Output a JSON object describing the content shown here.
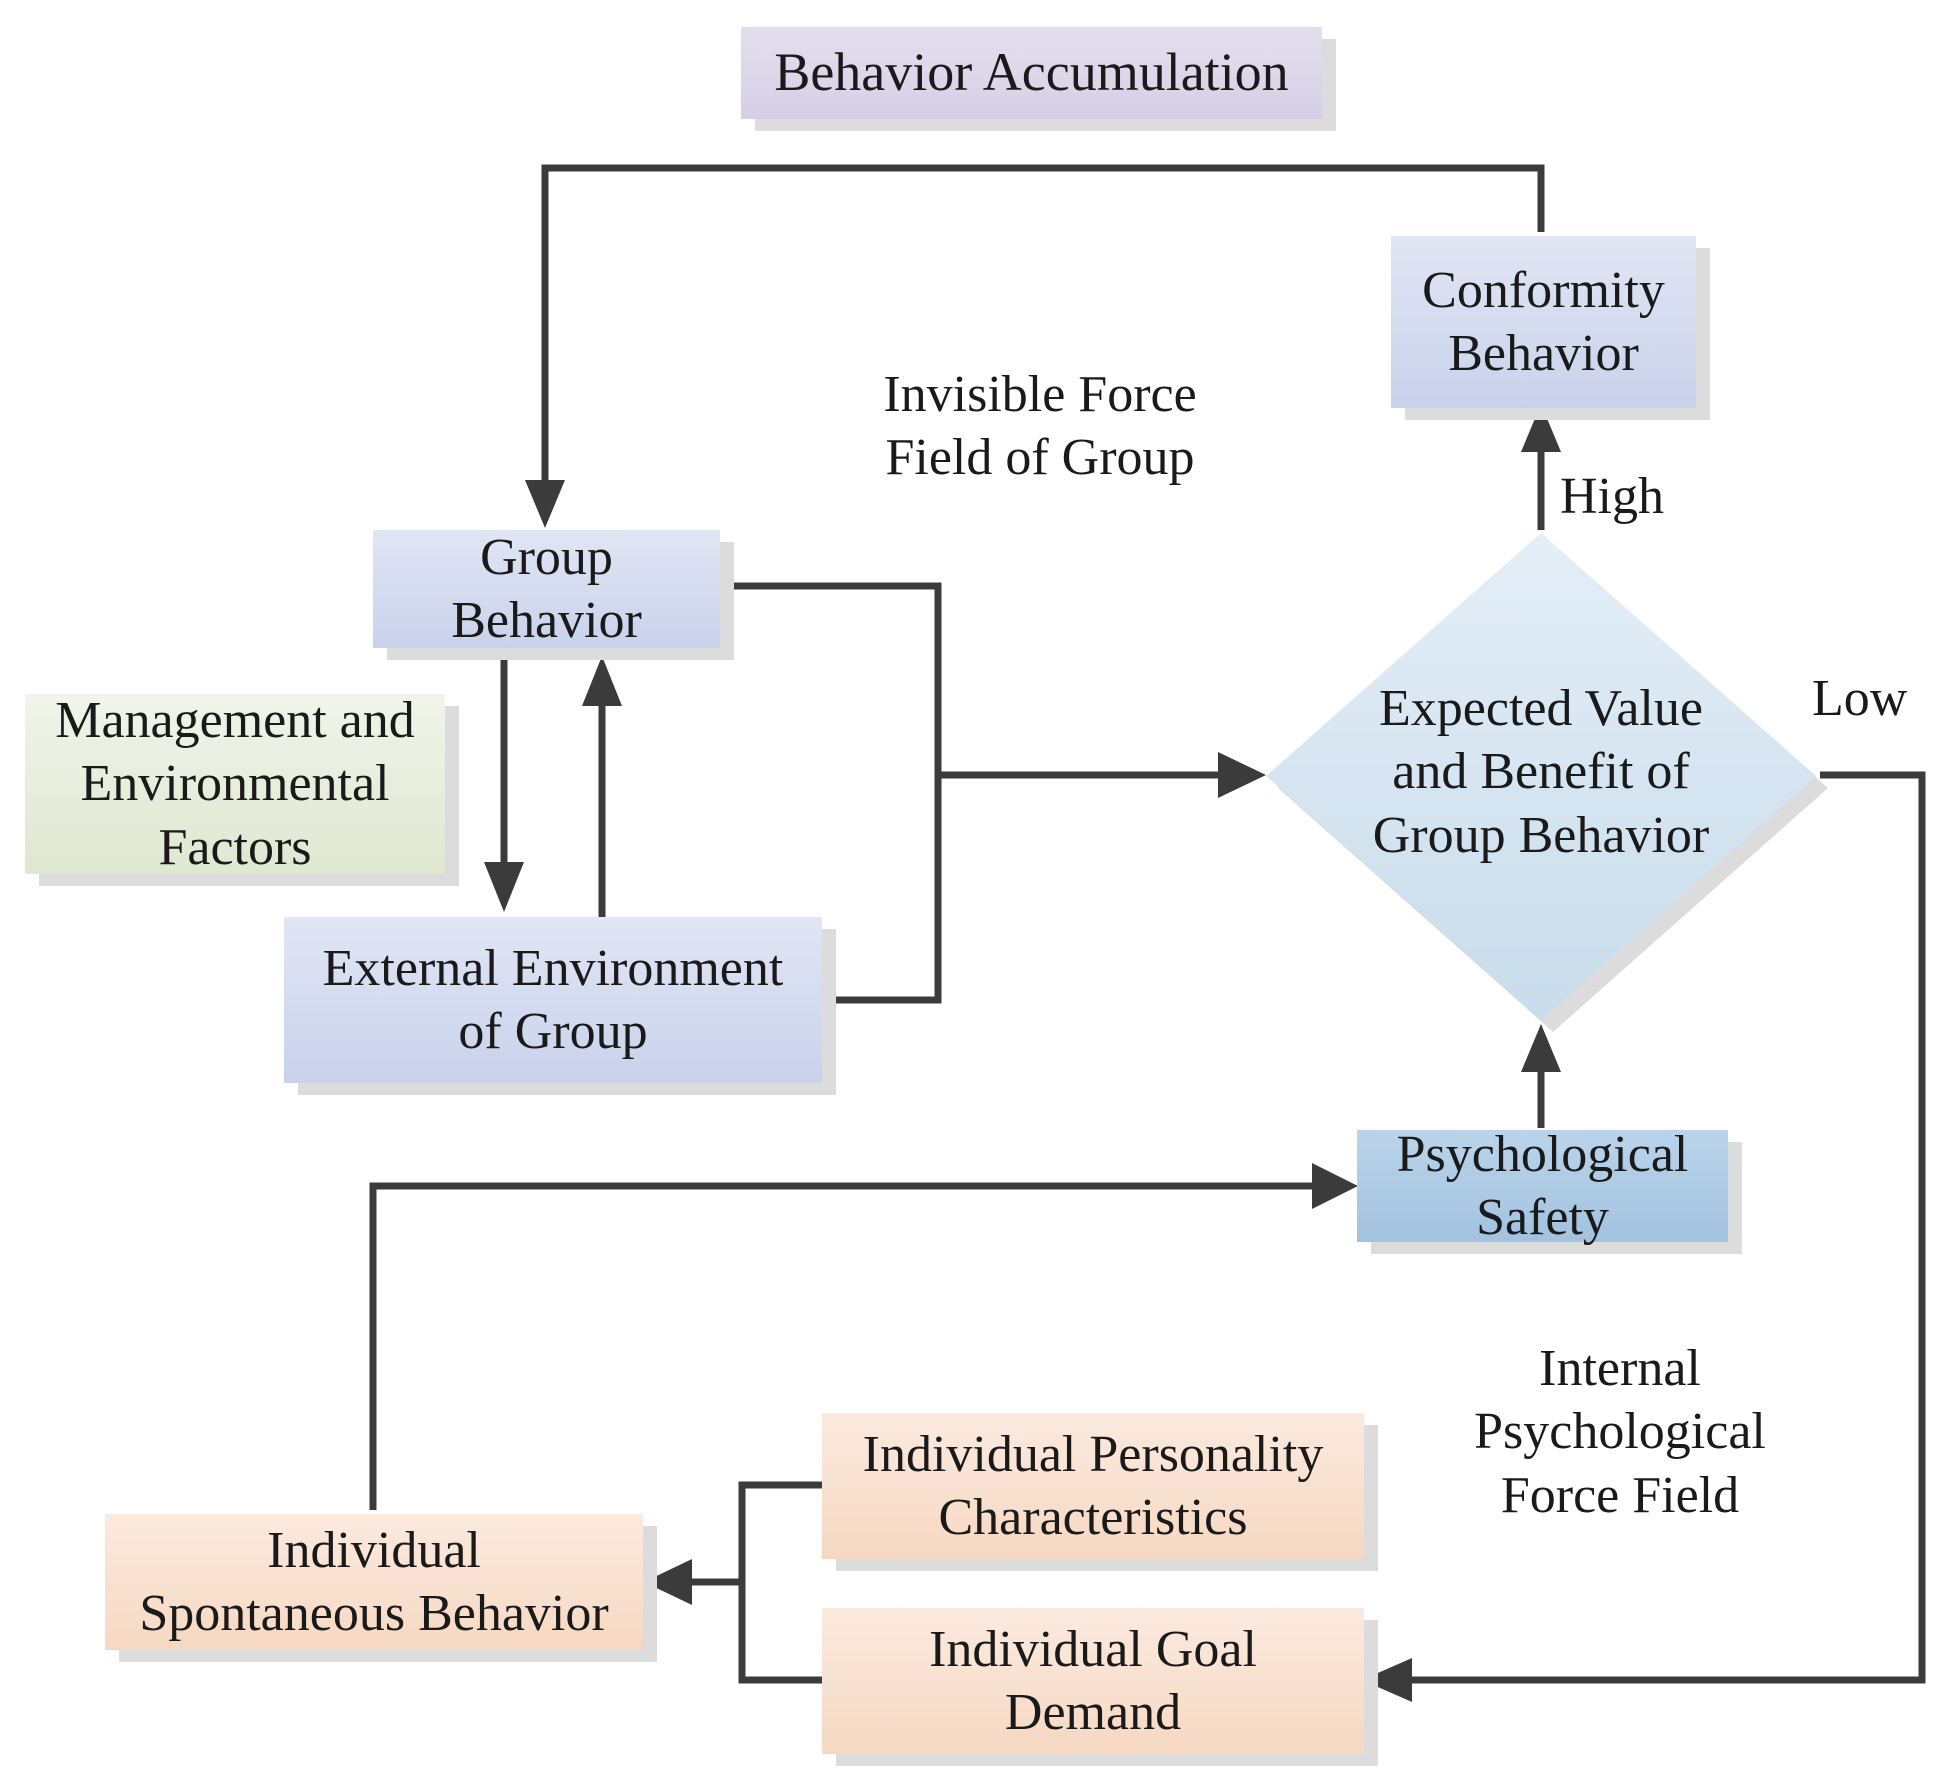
{
  "title": "Behavior Accumulation",
  "nodes": {
    "conformity": [
      "Conformity",
      "Behavior"
    ],
    "group_behavior": [
      "Group",
      "Behavior"
    ],
    "management": [
      "Management and",
      "Environmental",
      "Factors"
    ],
    "external_env": [
      "External Environment",
      "of Group"
    ],
    "expected_value": [
      "Expected Value",
      "and Benefit of",
      "Group Behavior"
    ],
    "psych_safety": [
      "Psychological",
      "Safety"
    ],
    "personality": [
      "Individual Personality",
      "Characteristics"
    ],
    "goal_demand": [
      "Individual Goal",
      "Demand"
    ],
    "spontaneous": [
      "Individual",
      "Spontaneous Behavior"
    ]
  },
  "labels": {
    "invisible_field": [
      "Invisible Force",
      "Field of Group"
    ],
    "internal_field": [
      "Internal",
      "Psychological",
      "Force Field"
    ],
    "high": "High",
    "low": "Low"
  },
  "colors": {
    "line": "#3b3b3b",
    "title_box": "#d9d2e7",
    "blue_box": "#d2d9ef",
    "green_box": "#e6ecdc",
    "safety_box": "#aecbe5",
    "peach_box": "#f8dfcd",
    "diamond": "#d3e3f0"
  }
}
